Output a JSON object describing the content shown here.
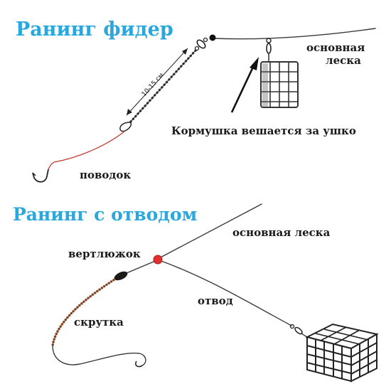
{
  "diagram1": {
    "title": "Ранинг фидер",
    "main_line_label_line1": "основная",
    "main_line_label_line2": "леска",
    "feeder_note": "Кормушка вешается за ушко",
    "leader_label": "поводок",
    "length_mark": "10-15 см"
  },
  "diagram2": {
    "title": "Ранинг с отводом",
    "main_line_label": "основная леска",
    "swivel_label": "вертлюжок",
    "branch_label": "отвод",
    "twist_label": "скрутка"
  },
  "colors": {
    "title": "#2aa7dc",
    "leader": "#c0392b",
    "swivel_bead": "#e03030",
    "line": "#3a3a3a"
  }
}
